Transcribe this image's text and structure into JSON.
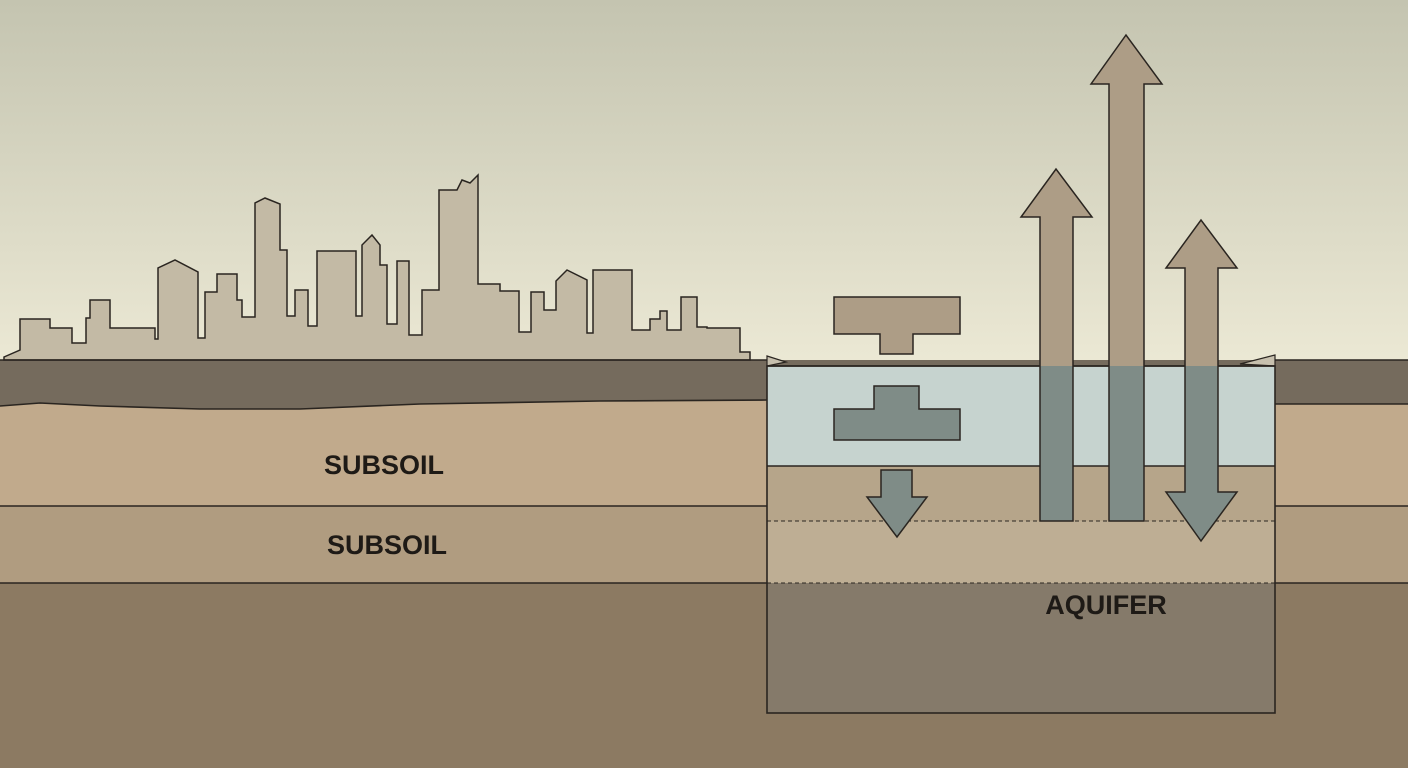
{
  "labels": {
    "upper_layer": "SUBSOIL",
    "lower_layer": "SUBSOIL",
    "aquifer": "AQUIFER"
  },
  "colors": {
    "sky_top": "#c4c4b0",
    "sky_bottom": "#ece9d5",
    "skyline": "#c3baa5",
    "topsoil": "#756b5d",
    "subsoil_upper": "#c1aa8c",
    "subsoil_lower": "#b09c80",
    "bedrock": "#8c7a62",
    "water": "#c6d3cf",
    "aquifer_zone": "#857a6a",
    "arrow_tan": "#ad9d86",
    "arrow_slate": "#7f8c87",
    "outline": "#2a2520",
    "label_text": "#1e1a16"
  }
}
